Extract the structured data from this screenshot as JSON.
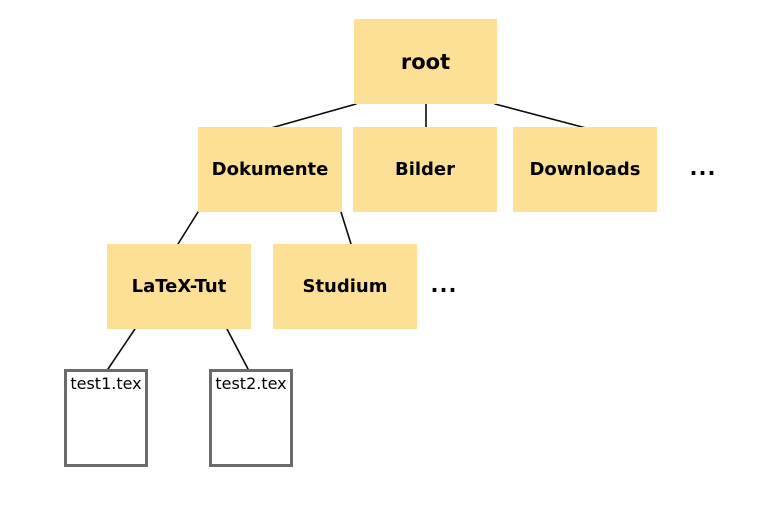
{
  "colors": {
    "background": "#ffffff",
    "folder_fill": "#fce095",
    "node_text": "#000000",
    "file_fill": "#ffffff",
    "file_border": "#6b6b6b",
    "edge": "#0a0a0a"
  },
  "tree": {
    "root": {
      "label": "root",
      "type": "folder"
    },
    "level2": [
      {
        "label": "Dokumente",
        "type": "folder",
        "parent": "root"
      },
      {
        "label": "Bilder",
        "type": "folder",
        "parent": "root"
      },
      {
        "label": "Downloads",
        "type": "folder",
        "parent": "root"
      }
    ],
    "level2_ellipsis": "...",
    "level3": [
      {
        "label": "LaTeX-Tut",
        "type": "folder",
        "parent": "Dokumente"
      },
      {
        "label": "Studium",
        "type": "folder",
        "parent": "Dokumente"
      }
    ],
    "level3_ellipsis": "...",
    "level4": [
      {
        "label": "test1.tex",
        "type": "file",
        "parent": "LaTeX-Tut"
      },
      {
        "label": "test2.tex",
        "type": "file",
        "parent": "LaTeX-Tut"
      }
    ]
  }
}
